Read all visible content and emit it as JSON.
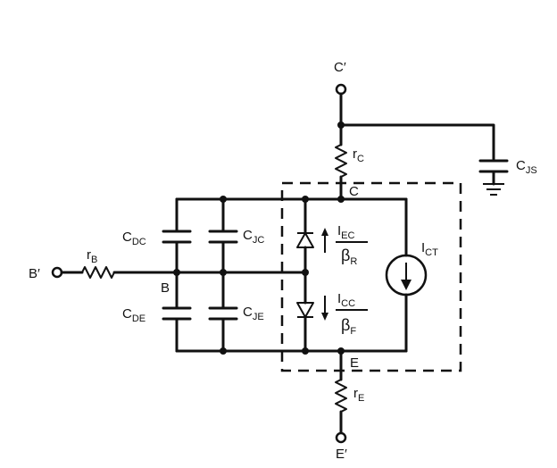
{
  "diagram": {
    "nodes": {
      "c_prime": {
        "main": "C",
        "mark": "′"
      },
      "b_prime": {
        "main": "B",
        "mark": "′"
      },
      "e_prime": {
        "main": "E",
        "mark": "′"
      },
      "c_internal": "C",
      "b_internal": "B",
      "e_internal": "E"
    },
    "components": {
      "r_c": {
        "main": "r",
        "sub": "C"
      },
      "r_b": {
        "main": "r",
        "sub": "B"
      },
      "r_e": {
        "main": "r",
        "sub": "E"
      },
      "c_dc": {
        "main": "C",
        "sub": "DC"
      },
      "c_jc": {
        "main": "C",
        "sub": "JC"
      },
      "c_de": {
        "main": "C",
        "sub": "DE"
      },
      "c_je": {
        "main": "C",
        "sub": "JE"
      },
      "c_js": {
        "main": "C",
        "sub": "JS"
      },
      "i_ct": {
        "main": "I",
        "sub": "CT"
      },
      "i_ec": {
        "main": "I",
        "sub": "EC"
      },
      "beta_r": {
        "main": "β",
        "sub": "R"
      },
      "i_cc": {
        "main": "I",
        "sub": "CC"
      },
      "beta_f": {
        "main": "β",
        "sub": "F"
      }
    }
  }
}
